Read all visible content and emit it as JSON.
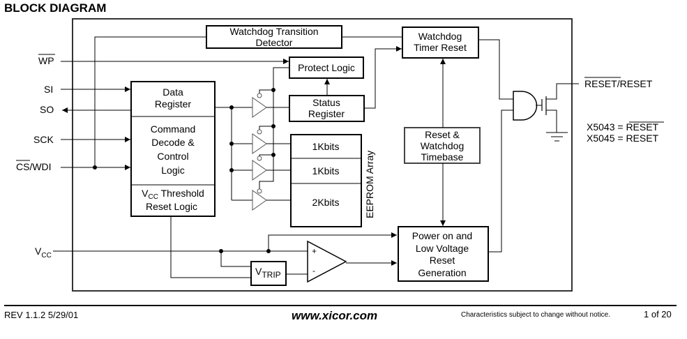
{
  "header": {
    "title": "BLOCK DIAGRAM"
  },
  "pins": {
    "wp": "WP",
    "si": "SI",
    "so": "SO",
    "sck": "SCK",
    "cs_bar": "CS",
    "cs_rest": "/WDI",
    "vcc_main": "V",
    "vcc_sub": "CC",
    "reset_bar": "RESET",
    "reset_rest": "/RESET"
  },
  "blocks": {
    "watchdog_transition_detector": [
      "Watchdog Transition",
      "Detector"
    ],
    "watchdog_timer_reset": [
      "Watchdog",
      "Timer Reset"
    ],
    "protect_logic": [
      "Protect Logic"
    ],
    "status_register": [
      "Status",
      "Register"
    ],
    "data_register": [
      "Data",
      "Register"
    ],
    "command_decode": [
      "Command",
      "Decode &",
      "Control",
      "Logic"
    ],
    "vcc_threshold": {
      "line1_main": "V",
      "line1_sub": "CC",
      "line1_rest": " Threshold",
      "line2": "Reset Logic"
    },
    "eeprom_cells": [
      "1Kbits",
      "1Kbits",
      "2Kbits"
    ],
    "eeprom_label": "EEPROM Array",
    "reset_watchdog_timebase": [
      "Reset &",
      "Watchdog",
      "Timebase"
    ],
    "power_on_reset": [
      "Power on and",
      "Low Voltage",
      "Reset",
      "Generation"
    ],
    "vtrip": {
      "main": "V",
      "sub": "TRIP"
    },
    "comparator": {
      "plus": "+",
      "minus": "-"
    }
  },
  "notes": {
    "x5043_prefix": "X5043 = ",
    "x5043_value": "RESET",
    "x5045": "X5045 = RESET"
  },
  "footer": {
    "revision": "REV 1.1.2 5/29/01",
    "url": "www.xicor.com",
    "notice": "Characteristics subject to change without notice.",
    "page": "1 of 20"
  }
}
